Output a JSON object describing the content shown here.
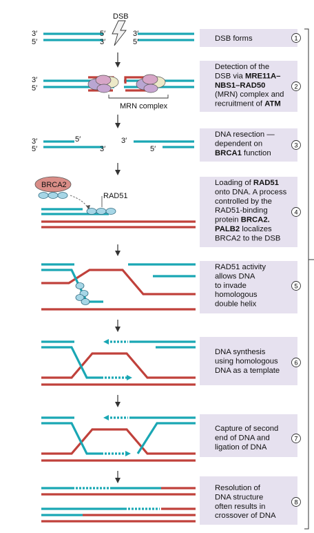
{
  "labels": {
    "dsb": "DSB",
    "three_prime": "3′",
    "five_prime": "5′",
    "mrn_complex": "MRN complex",
    "brca2": "BRCA2",
    "rad51": "RAD51"
  },
  "steps": [
    {
      "number": "1",
      "lines": [
        [
          {
            "t": "DSB forms"
          }
        ]
      ]
    },
    {
      "number": "2",
      "lines": [
        [
          {
            "t": "Detection of the"
          }
        ],
        [
          {
            "t": "DSB via "
          },
          {
            "t": "MRE11A–",
            "b": true
          }
        ],
        [
          {
            "t": "NBS1–RAD50",
            "b": true
          }
        ],
        [
          {
            "t": "(MRN) complex and"
          }
        ],
        [
          {
            "t": "recruitment of "
          },
          {
            "t": "ATM",
            "b": true
          }
        ]
      ]
    },
    {
      "number": "3",
      "lines": [
        [
          {
            "t": "DNA resection —"
          }
        ],
        [
          {
            "t": "dependent on"
          }
        ],
        [
          {
            "t": "BRCA1",
            "b": true
          },
          {
            "t": " function"
          }
        ]
      ]
    },
    {
      "number": "4",
      "lines": [
        [
          {
            "t": "Loading of "
          },
          {
            "t": "RAD51",
            "b": true
          }
        ],
        [
          {
            "t": "onto DNA. A process"
          }
        ],
        [
          {
            "t": "controlled by the"
          }
        ],
        [
          {
            "t": "RAD51-binding"
          }
        ],
        [
          {
            "t": "protein "
          },
          {
            "t": "BRCA2.",
            "b": true
          }
        ],
        [
          {
            "t": "PALB2",
            "b": true
          },
          {
            "t": " localizes"
          }
        ],
        [
          {
            "t": "BRCA2 to the DSB"
          }
        ]
      ]
    },
    {
      "number": "5",
      "lines": [
        [
          {
            "t": "RAD51 activity"
          }
        ],
        [
          {
            "t": "allows DNA"
          }
        ],
        [
          {
            "t": "to invade"
          }
        ],
        [
          {
            "t": "homologous"
          }
        ],
        [
          {
            "t": "double helix"
          }
        ]
      ]
    },
    {
      "number": "6",
      "lines": [
        [
          {
            "t": "DNA synthesis"
          }
        ],
        [
          {
            "t": "using homologous"
          }
        ],
        [
          {
            "t": "DNA as a template"
          }
        ]
      ]
    },
    {
      "number": "7",
      "lines": [
        [
          {
            "t": "Capture of second"
          }
        ],
        [
          {
            "t": "end of DNA and"
          }
        ],
        [
          {
            "t": "ligation of DNA"
          }
        ]
      ]
    },
    {
      "number": "8",
      "lines": [
        [
          {
            "t": "Resolution of"
          }
        ],
        [
          {
            "t": "DNA structure"
          }
        ],
        [
          {
            "t": "often results in"
          }
        ],
        [
          {
            "t": "crossover of DNA"
          }
        ]
      ]
    }
  ],
  "colors": {
    "teal": "#1aa7b4",
    "red": "#c0413b",
    "panel": "#e6e1ef",
    "arrow": "#333333",
    "protein_pink": "#d7a6c7",
    "protein_purple": "#b9a6d2",
    "protein_cream": "#ece9c8",
    "rad51_blue": "#a6d6e6",
    "brca2_fill": "#d98d87"
  }
}
